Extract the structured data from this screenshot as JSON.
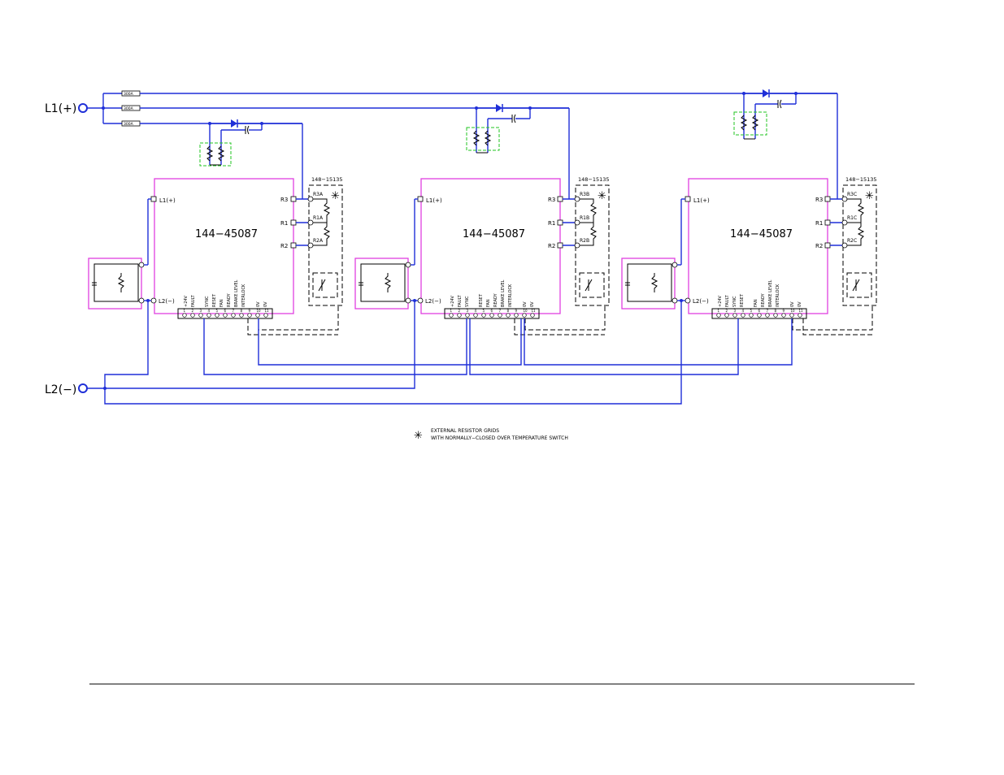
{
  "terminals": {
    "l1": "L1(+)",
    "l2": "L2(−)"
  },
  "fuses": [
    "300A",
    "300A",
    "300A"
  ],
  "drives": [
    {
      "model": "144−45087",
      "l1": "L1(+)",
      "l2": "L2(−)",
      "r3": "R3",
      "r1": "R1",
      "r2": "R2",
      "grid": "148−15135",
      "res": [
        "R3A",
        "R1A",
        "R2A"
      ]
    },
    {
      "model": "144−45087",
      "l1": "L1(+)",
      "l2": "L2(−)",
      "r3": "R3",
      "r1": "R1",
      "r2": "R2",
      "grid": "148−15135",
      "res": [
        "R3B",
        "R1B",
        "R2B"
      ]
    },
    {
      "model": "144−45087",
      "l1": "L1(+)",
      "l2": "L2(−)",
      "r3": "R3",
      "r1": "R1",
      "r2": "R2",
      "grid": "148−15135",
      "res": [
        "R3C",
        "R1C",
        "R2C"
      ]
    }
  ],
  "terminal_strip": [
    "+24V",
    "FAULT",
    "SYNC",
    "RESET",
    "FAN",
    "READY",
    "BRAKE LEVEL",
    "INTERLOCK",
    "0V",
    "0V"
  ],
  "terminal_numbers": [
    "1",
    "2",
    "3",
    "4",
    "5",
    "6",
    "7",
    "8",
    "9",
    "10",
    "11"
  ],
  "legend": {
    "symbol": "✳",
    "line1": "EXTERNAL RESISTOR GRIDS",
    "line2": "WITH NORMALLY−CLOSED OVER TEMPERATURE SWITCH"
  },
  "colors": {
    "bus": "#1f2fd8",
    "drive": "#e040e0",
    "snubber": "#22c422"
  }
}
